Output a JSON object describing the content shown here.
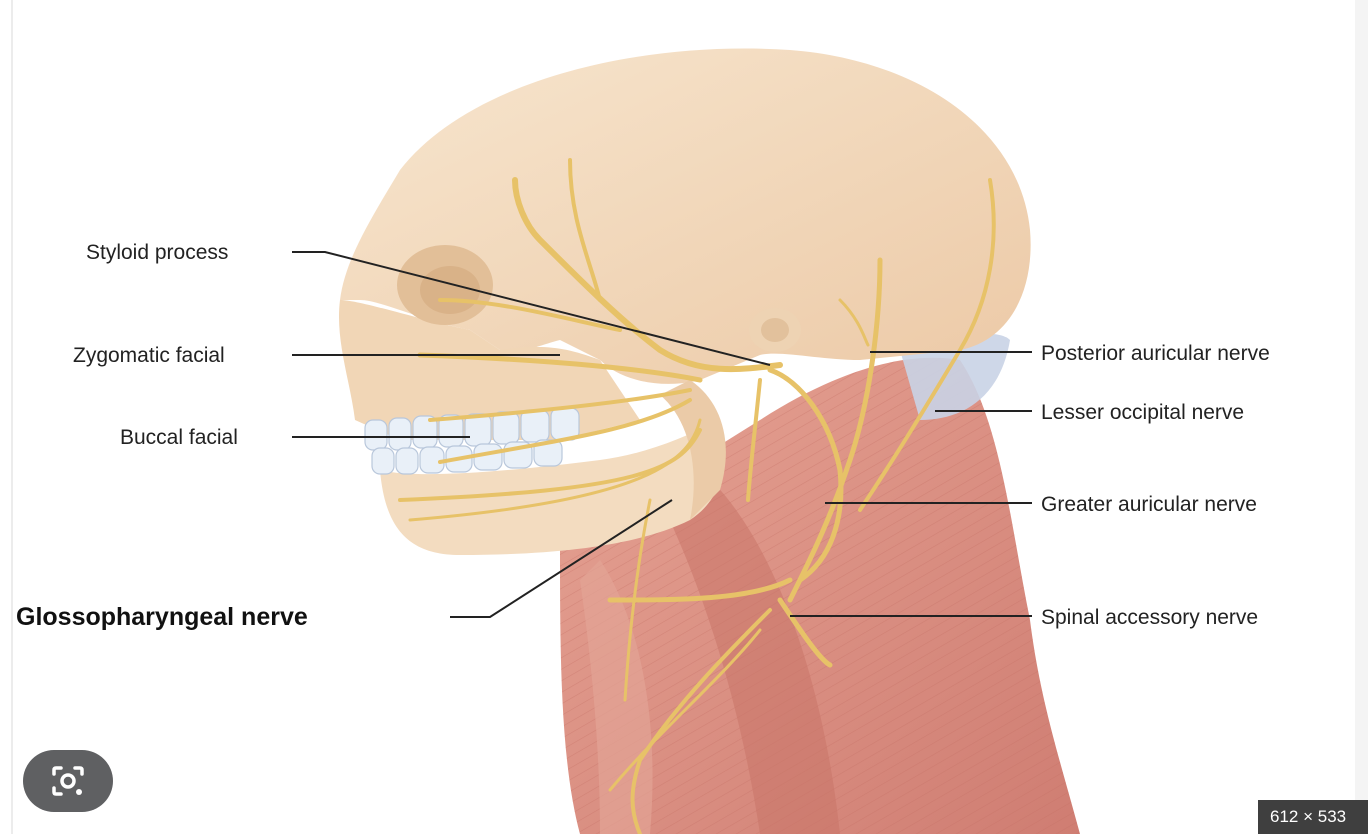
{
  "diagram": {
    "labels": {
      "styloid_process": "Styloid process",
      "zygomatic_facial": "Zygomatic facial",
      "buccal_facial": "Buccal facial",
      "glossopharyngeal_nerve": "Glossopharyngeal nerve",
      "posterior_auricular_nerve": "Posterior auricular nerve",
      "lesser_occipital_nerve": "Lesser occipital nerve",
      "greater_auricular_nerve": "Greater auricular nerve",
      "spinal_accessory_nerve": "Spinal accessory nerve"
    }
  },
  "viewer": {
    "dimensions_badge": "612 × 533",
    "lens_button_icon": "lens-search-icon"
  },
  "colors": {
    "bone": "#f3dcc0",
    "muscle": "#d98c80",
    "nerve": "#e9c56a",
    "teeth": "#e8eef7"
  }
}
